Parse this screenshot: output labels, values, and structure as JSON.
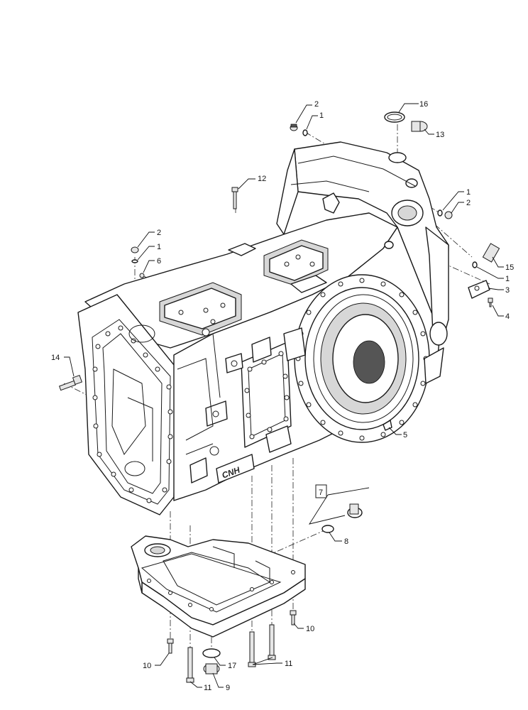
{
  "brand": "CNH",
  "callouts": [
    {
      "id": "c16",
      "label": "16"
    },
    {
      "id": "c13",
      "label": "13"
    },
    {
      "id": "c2a",
      "label": "2"
    },
    {
      "id": "c1a",
      "label": "1"
    },
    {
      "id": "c12",
      "label": "12"
    },
    {
      "id": "c1b",
      "label": "1"
    },
    {
      "id": "c2b",
      "label": "2"
    },
    {
      "id": "c2c",
      "label": "2"
    },
    {
      "id": "c1c",
      "label": "1"
    },
    {
      "id": "c6",
      "label": "6"
    },
    {
      "id": "c15",
      "label": "15"
    },
    {
      "id": "c1d",
      "label": "1"
    },
    {
      "id": "c3",
      "label": "3"
    },
    {
      "id": "c4",
      "label": "4"
    },
    {
      "id": "c14",
      "label": "14"
    },
    {
      "id": "c5",
      "label": "5"
    },
    {
      "id": "c7",
      "label": "7"
    },
    {
      "id": "c8",
      "label": "8"
    },
    {
      "id": "c10a",
      "label": "10"
    },
    {
      "id": "c10b",
      "label": "10"
    },
    {
      "id": "c17",
      "label": "17"
    },
    {
      "id": "c11a",
      "label": "11"
    },
    {
      "id": "c11b",
      "label": "11"
    },
    {
      "id": "c9",
      "label": "9"
    }
  ]
}
